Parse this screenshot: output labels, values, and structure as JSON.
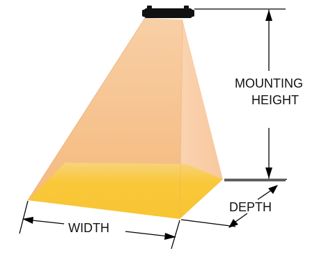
{
  "diagram": {
    "labels": {
      "mounting_height_line1": "MOUNTING",
      "mounting_height_line2": "HEIGHT",
      "depth": "DEPTH",
      "width": "WIDTH"
    },
    "colors": {
      "beam_left_face": "#F7C08C",
      "beam_right_face": "#F9CDA6",
      "beam_front_edge": "#F4B97F",
      "floor_patch": "#F9C83A",
      "fixture": "#111111",
      "dimension_lines": "#000000"
    },
    "icons": {
      "fixture": "light-fixture-icon"
    }
  }
}
